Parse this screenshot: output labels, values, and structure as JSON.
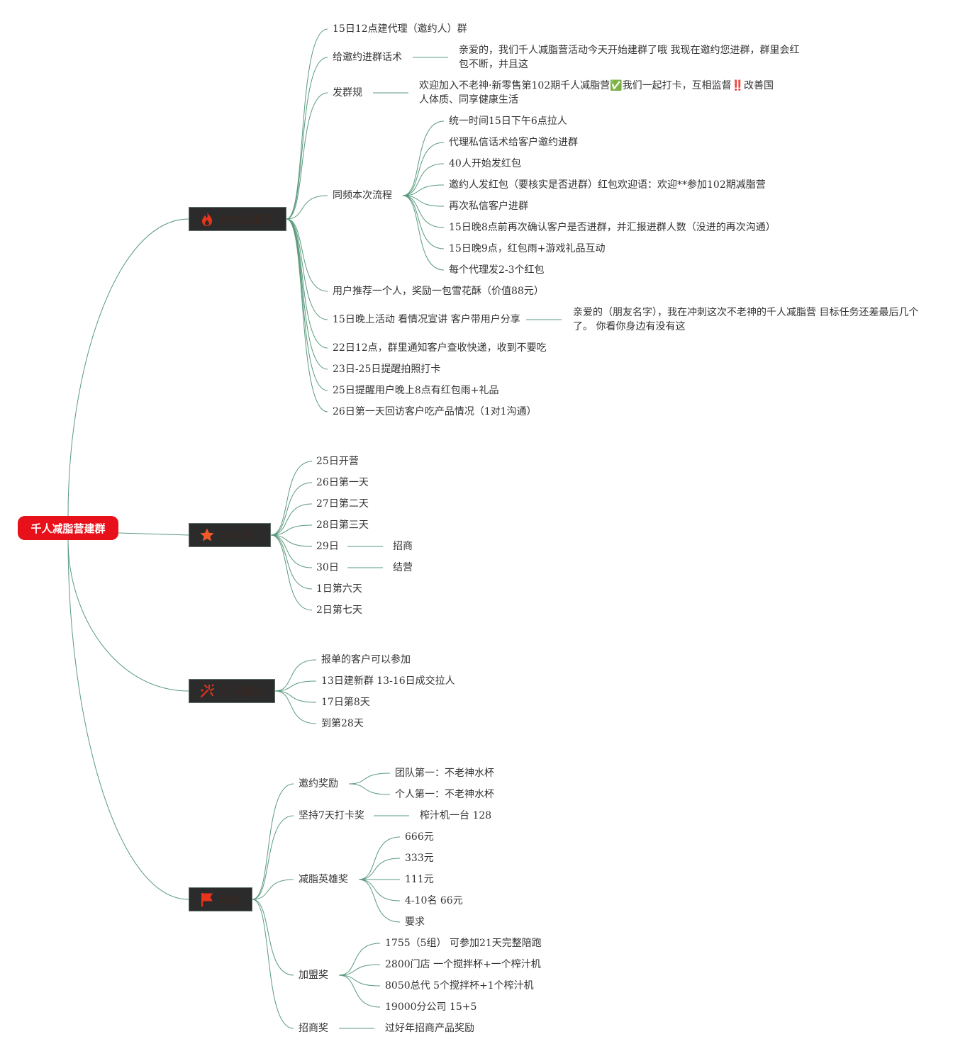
{
  "root": {
    "label": "千人减脂营建群"
  },
  "line_color": "#5a9a7e",
  "sections": [
    {
      "label": "群内容细节",
      "icon": "fire-icon",
      "items": [
        {
          "label": "15日12点建代理（邀约人）群"
        },
        {
          "label": "给邀约进群话术",
          "note": "亲爱的，我们千人减脂营活动今天开始建群了哦  我现在邀约您进群，群里会红包不断，并且这"
        },
        {
          "label": "发群规",
          "note": "欢迎加入不老神·新零售第102期千人减脂营✅我们一起打卡，互相监督‼️改善国人体质、同享健康生活"
        },
        {
          "label": "同频本次流程",
          "children": [
            "统一时间15日下午6点拉人",
            "代理私信话术给客户邀约进群",
            "40人开始发红包",
            "邀约人发红包（要核实是否进群）红包欢迎语：欢迎**参加102期减脂营",
            "再次私信客户进群",
            "15日晚8点前再次确认客户是否进群，并汇报进群人数（没进的再次沟通）",
            "15日晚9点，红包雨+游戏礼品互动",
            "每个代理发2-3个红包"
          ]
        },
        {
          "label": "用户推荐一个人，奖励一包雪花酥（价值88元）"
        },
        {
          "label": "15日晚上活动 看情况宣讲 客户带用户分享",
          "note": "亲爱的（朋友名字），我在冲刺这次不老神的千人减脂营 目标任务还差最后几个了。 你看你身边有没有这"
        },
        {
          "label": "22日12点，群里通知客户查收快递，收到不要吃"
        },
        {
          "label": "23日-25日提醒拍照打卡"
        },
        {
          "label": "25日提醒用户晚上8点有红包雨+礼品"
        },
        {
          "label": "26日第一天回访客户吃产品情况（1对1沟通）"
        }
      ]
    },
    {
      "label": "3+4流",
      "icon": "star-icon",
      "items": [
        {
          "label": "25日开营"
        },
        {
          "label": "26日第一天"
        },
        {
          "label": "27日第二天"
        },
        {
          "label": "28日第三天"
        },
        {
          "label": "29日",
          "note": "招商"
        },
        {
          "label": "30日",
          "note": "结营"
        },
        {
          "label": "1日第六天"
        },
        {
          "label": "2日第七天"
        }
      ]
    },
    {
      "label": "21天陪跑",
      "icon": "fireworks-icon",
      "items": [
        {
          "label": "报单的客户可以参加"
        },
        {
          "label": "13日建新群 13-16日成交拉人"
        },
        {
          "label": "17日第8天"
        },
        {
          "label": "到第28天"
        }
      ]
    },
    {
      "label": "奖励",
      "icon": "flag-icon",
      "items": [
        {
          "label": "邀约奖励",
          "children": [
            "团队第一：不老神水杯",
            "个人第一：不老神水杯"
          ]
        },
        {
          "label": "坚持7天打卡奖",
          "note": "榨汁机一台 128"
        },
        {
          "label": "减脂英雄奖",
          "children": [
            "666元",
            "333元",
            "111元",
            "4-10名 66元",
            "要求"
          ]
        },
        {
          "label": "加盟奖",
          "children": [
            "1755（5组） 可参加21天完整陪跑",
            "2800门店 一个搅拌杯+一个榨汁机",
            "8050总代 5个搅拌杯+1个榨汁机",
            "19000分公司 15+5"
          ]
        },
        {
          "label": "招商奖",
          "note": "过好年招商产品奖励"
        }
      ]
    }
  ]
}
